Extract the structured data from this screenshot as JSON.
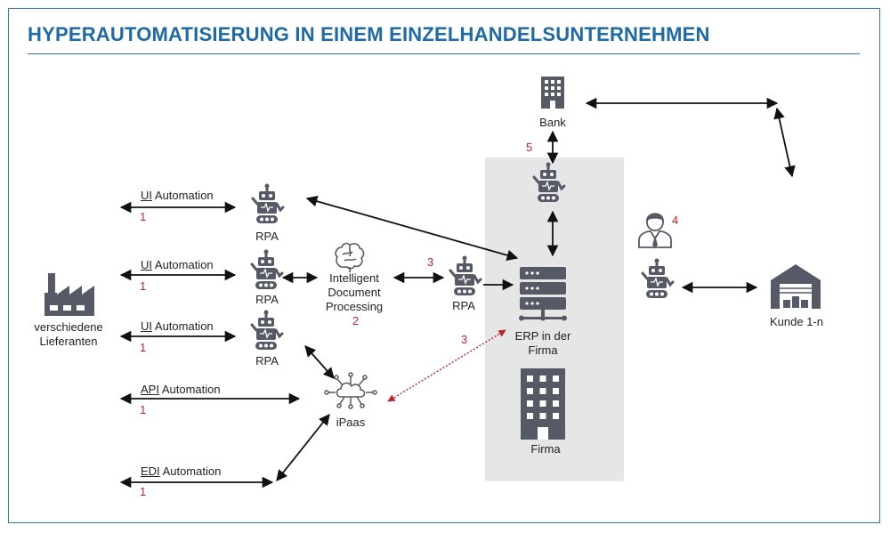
{
  "title": "HYPERAUTOMATISIERUNG IN EINEM EINZELHANDELSUNTERNEHMEN",
  "colors": {
    "accent": "#1e6aa8",
    "number": "#cc1f2e",
    "icon": "#555a66",
    "panel": "#e6e6e6"
  },
  "suppliers": {
    "label_line1": "verschiedene",
    "label_line2": "Lieferanten",
    "icon": "factory-icon"
  },
  "channels": [
    {
      "prefix": "UI",
      "rest": " Automation",
      "number": "1"
    },
    {
      "prefix": "UI",
      "rest": " Automation",
      "number": "1"
    },
    {
      "prefix": "UI",
      "rest": " Automation",
      "number": "1"
    },
    {
      "prefix": "API",
      "rest": " Automation",
      "number": "1"
    },
    {
      "prefix": "EDI",
      "rest": " Automation",
      "number": "1"
    }
  ],
  "rpa_label": "RPA",
  "idp": {
    "line1": "Intelligent",
    "line2": "Document",
    "line3": "Processing",
    "number": "2",
    "icon": "brain-icon"
  },
  "rpa_middle": {
    "label": "RPA",
    "number": "3"
  },
  "ipaas": {
    "label": "iPaas",
    "icon": "cloud-network-icon"
  },
  "ipaas_erp_number": "3",
  "bank": {
    "label": "Bank",
    "number": "5",
    "icon": "building-icon"
  },
  "erp": {
    "line1": "ERP in der",
    "line2": "Firma",
    "icon": "server-icon"
  },
  "firma": {
    "label": "Firma",
    "icon": "office-building-icon"
  },
  "agent": {
    "number": "4",
    "icon": "person-icon"
  },
  "kunde": {
    "label": "Kunde 1-n",
    "icon": "warehouse-icon"
  }
}
